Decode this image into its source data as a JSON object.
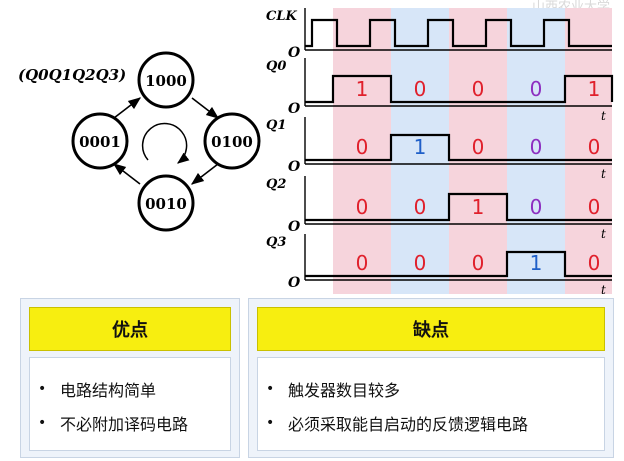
{
  "state_diagram": {
    "order_label": "(Q0Q1Q2Q3)",
    "states": [
      {
        "id": "top",
        "code": "1000"
      },
      {
        "id": "right",
        "code": "0100"
      },
      {
        "id": "bottom",
        "code": "0010"
      },
      {
        "id": "left",
        "code": "0001"
      }
    ]
  },
  "timing": {
    "clock_label": "CLK",
    "origin_label": "O",
    "time_label": "t",
    "signals": [
      {
        "name": "Q0",
        "bits": [
          1,
          0,
          0,
          0,
          1
        ]
      },
      {
        "name": "Q1",
        "bits": [
          0,
          1,
          0,
          0,
          0
        ]
      },
      {
        "name": "Q2",
        "bits": [
          0,
          0,
          1,
          0,
          0
        ]
      },
      {
        "name": "Q3",
        "bits": [
          0,
          0,
          0,
          1,
          0
        ]
      }
    ],
    "colors": {
      "band_pink": "#f6d4dc",
      "band_blue": "#d7e6f8",
      "bit_one": "#1f5fc8",
      "bit_zero_pink": "#e0202c",
      "bit_zero_purple": "#8d2fc0",
      "waveform": "#000000"
    }
  },
  "advantages": {
    "title": "优点",
    "items": [
      "电路结构简单",
      "不必附加译码电路"
    ]
  },
  "disadvantages": {
    "title": "缺点",
    "items": [
      "触发器数目较多",
      "必须采取能自启动的反馈逻辑电路"
    ]
  },
  "watermark": "山西农业大学"
}
